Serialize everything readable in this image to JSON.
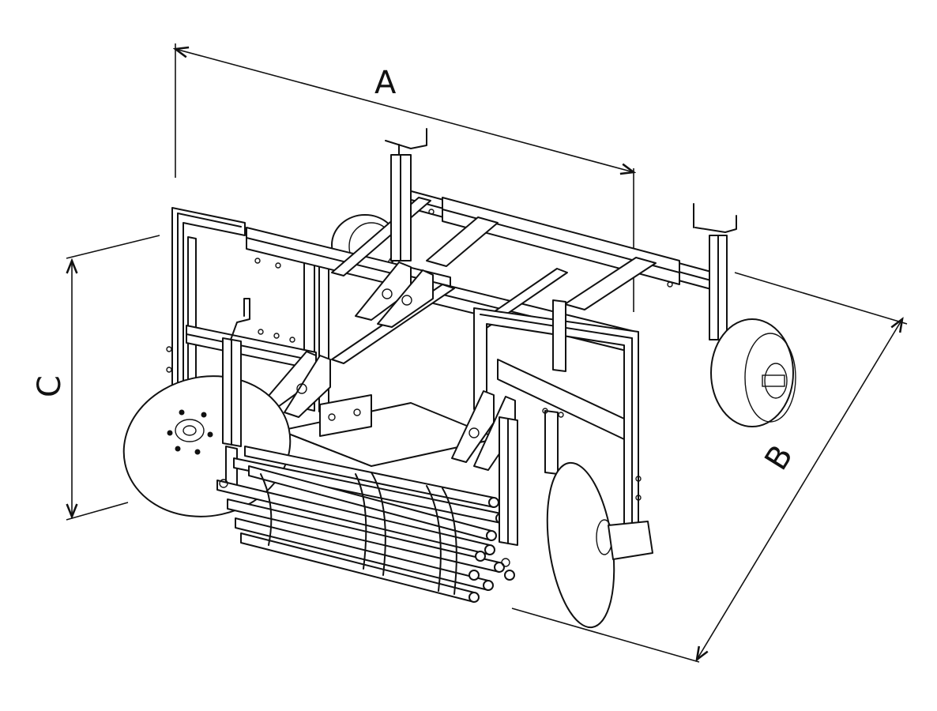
{
  "drawing": {
    "subject": "",
    "dimensions": {
      "a": "A",
      "b": "B",
      "c": "C"
    },
    "colors": {
      "line": "#111111",
      "background": "#ffffff"
    }
  }
}
